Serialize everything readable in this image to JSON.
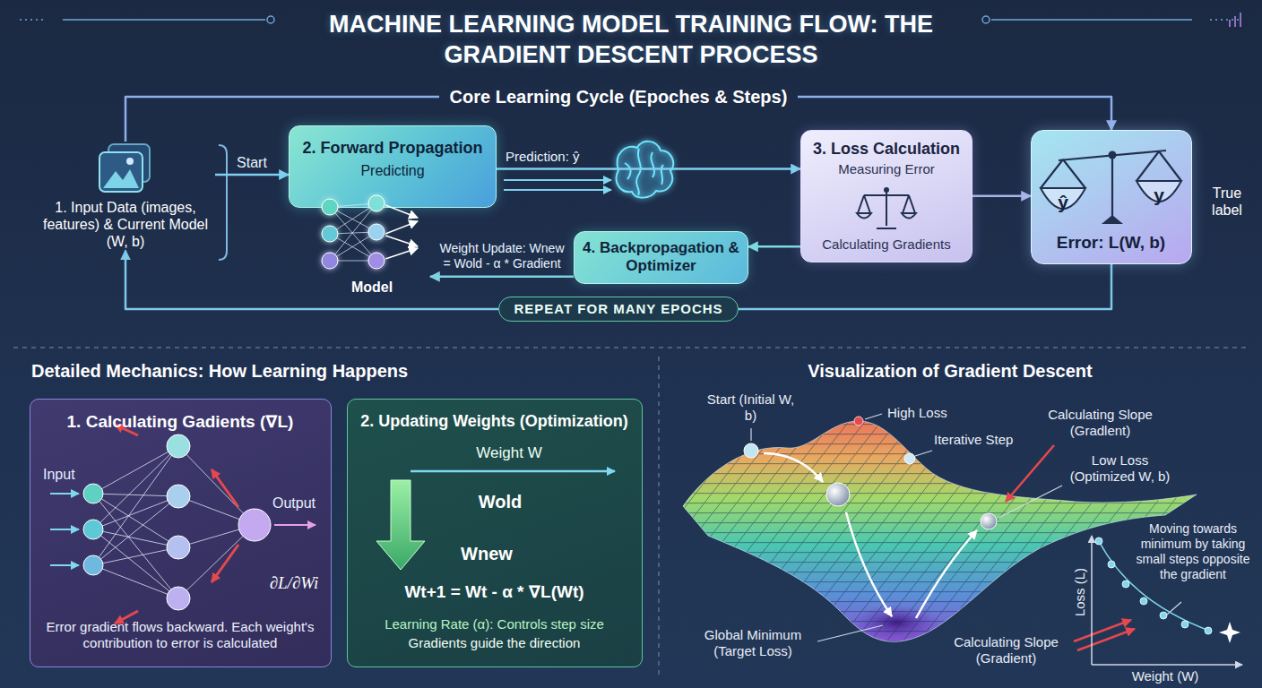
{
  "diagram": {
    "title": "MACHINE LEARNING MODEL TRAINING FLOW: THE GRADIENT DESCENT PROCESS",
    "nodes": [
      {
        "text": [
          "1. Input Data (images, features) & Current Model (W, b)"
        ]
      },
      {
        "text": [
          "2. Forward Propagation",
          "Predicting"
        ]
      },
      {
        "text": [
          "3. Loss Calculation",
          "Measuring Error",
          "Calculating Gradients"
        ]
      },
      {
        "text": [
          "ŷ",
          "y",
          "Error: L(W, b)"
        ]
      },
      {
        "text": [
          "Model"
        ]
      },
      {
        "text": [
          "4. Backpropagation & Optimizer"
        ]
      },
      {
        "text": [
          "1. Calculating Gadients (∇L)",
          "Input",
          "Output",
          "∂L/∂Wi",
          "Error gradient flows backward. Each weight's contribution to error is calculated"
        ]
      },
      {
        "text": [
          "2. Updating Weights (Optimization)",
          "Weight W",
          "Wold",
          "Wnew",
          "Wt+1 = Wt - α * ∇L(Wt)",
          "Learning Rate (α): Controls step size",
          "Gradients guide the direction"
        ]
      }
    ],
    "edges": [
      {
        "from": 0,
        "to": 1,
        "label": "Start",
        "arrow": "to"
      },
      {
        "from": 1,
        "to": 2,
        "label": "Prediction: ŷ",
        "arrow": "to"
      },
      {
        "from": 2,
        "to": 3,
        "arrow": "to"
      },
      {
        "from": 0,
        "to": 3,
        "label": "Core Learning Cycle (Epoches & Steps)",
        "arrow": "to"
      },
      {
        "from": 3,
        "to": 0,
        "label": "REPEAT FOR MANY EPOCHS",
        "arrow": "to"
      },
      {
        "from": 2,
        "to": 5,
        "arrow": "to"
      },
      {
        "from": 5,
        "to": 4,
        "label": "Weight Update: Wnew = Wold - α * Gradient",
        "arrow": "to"
      }
    ],
    "labels": [
      "True label",
      "Detailed Mechanics: How Learning Happens",
      "Visualization of Gradient Descent",
      "Start (Initial W, b)",
      "High Loss",
      "Calculating Slope (Gradlent)",
      "Iterative Step",
      "Low Loss (Optimized W, b)",
      "Global Minimum (Target Loss)",
      "Calculating Slope (Gradient)",
      "Moving towards minimum by taking small steps opposite the gradient",
      "Loss (L)",
      "Weight (W)"
    ]
  }
}
